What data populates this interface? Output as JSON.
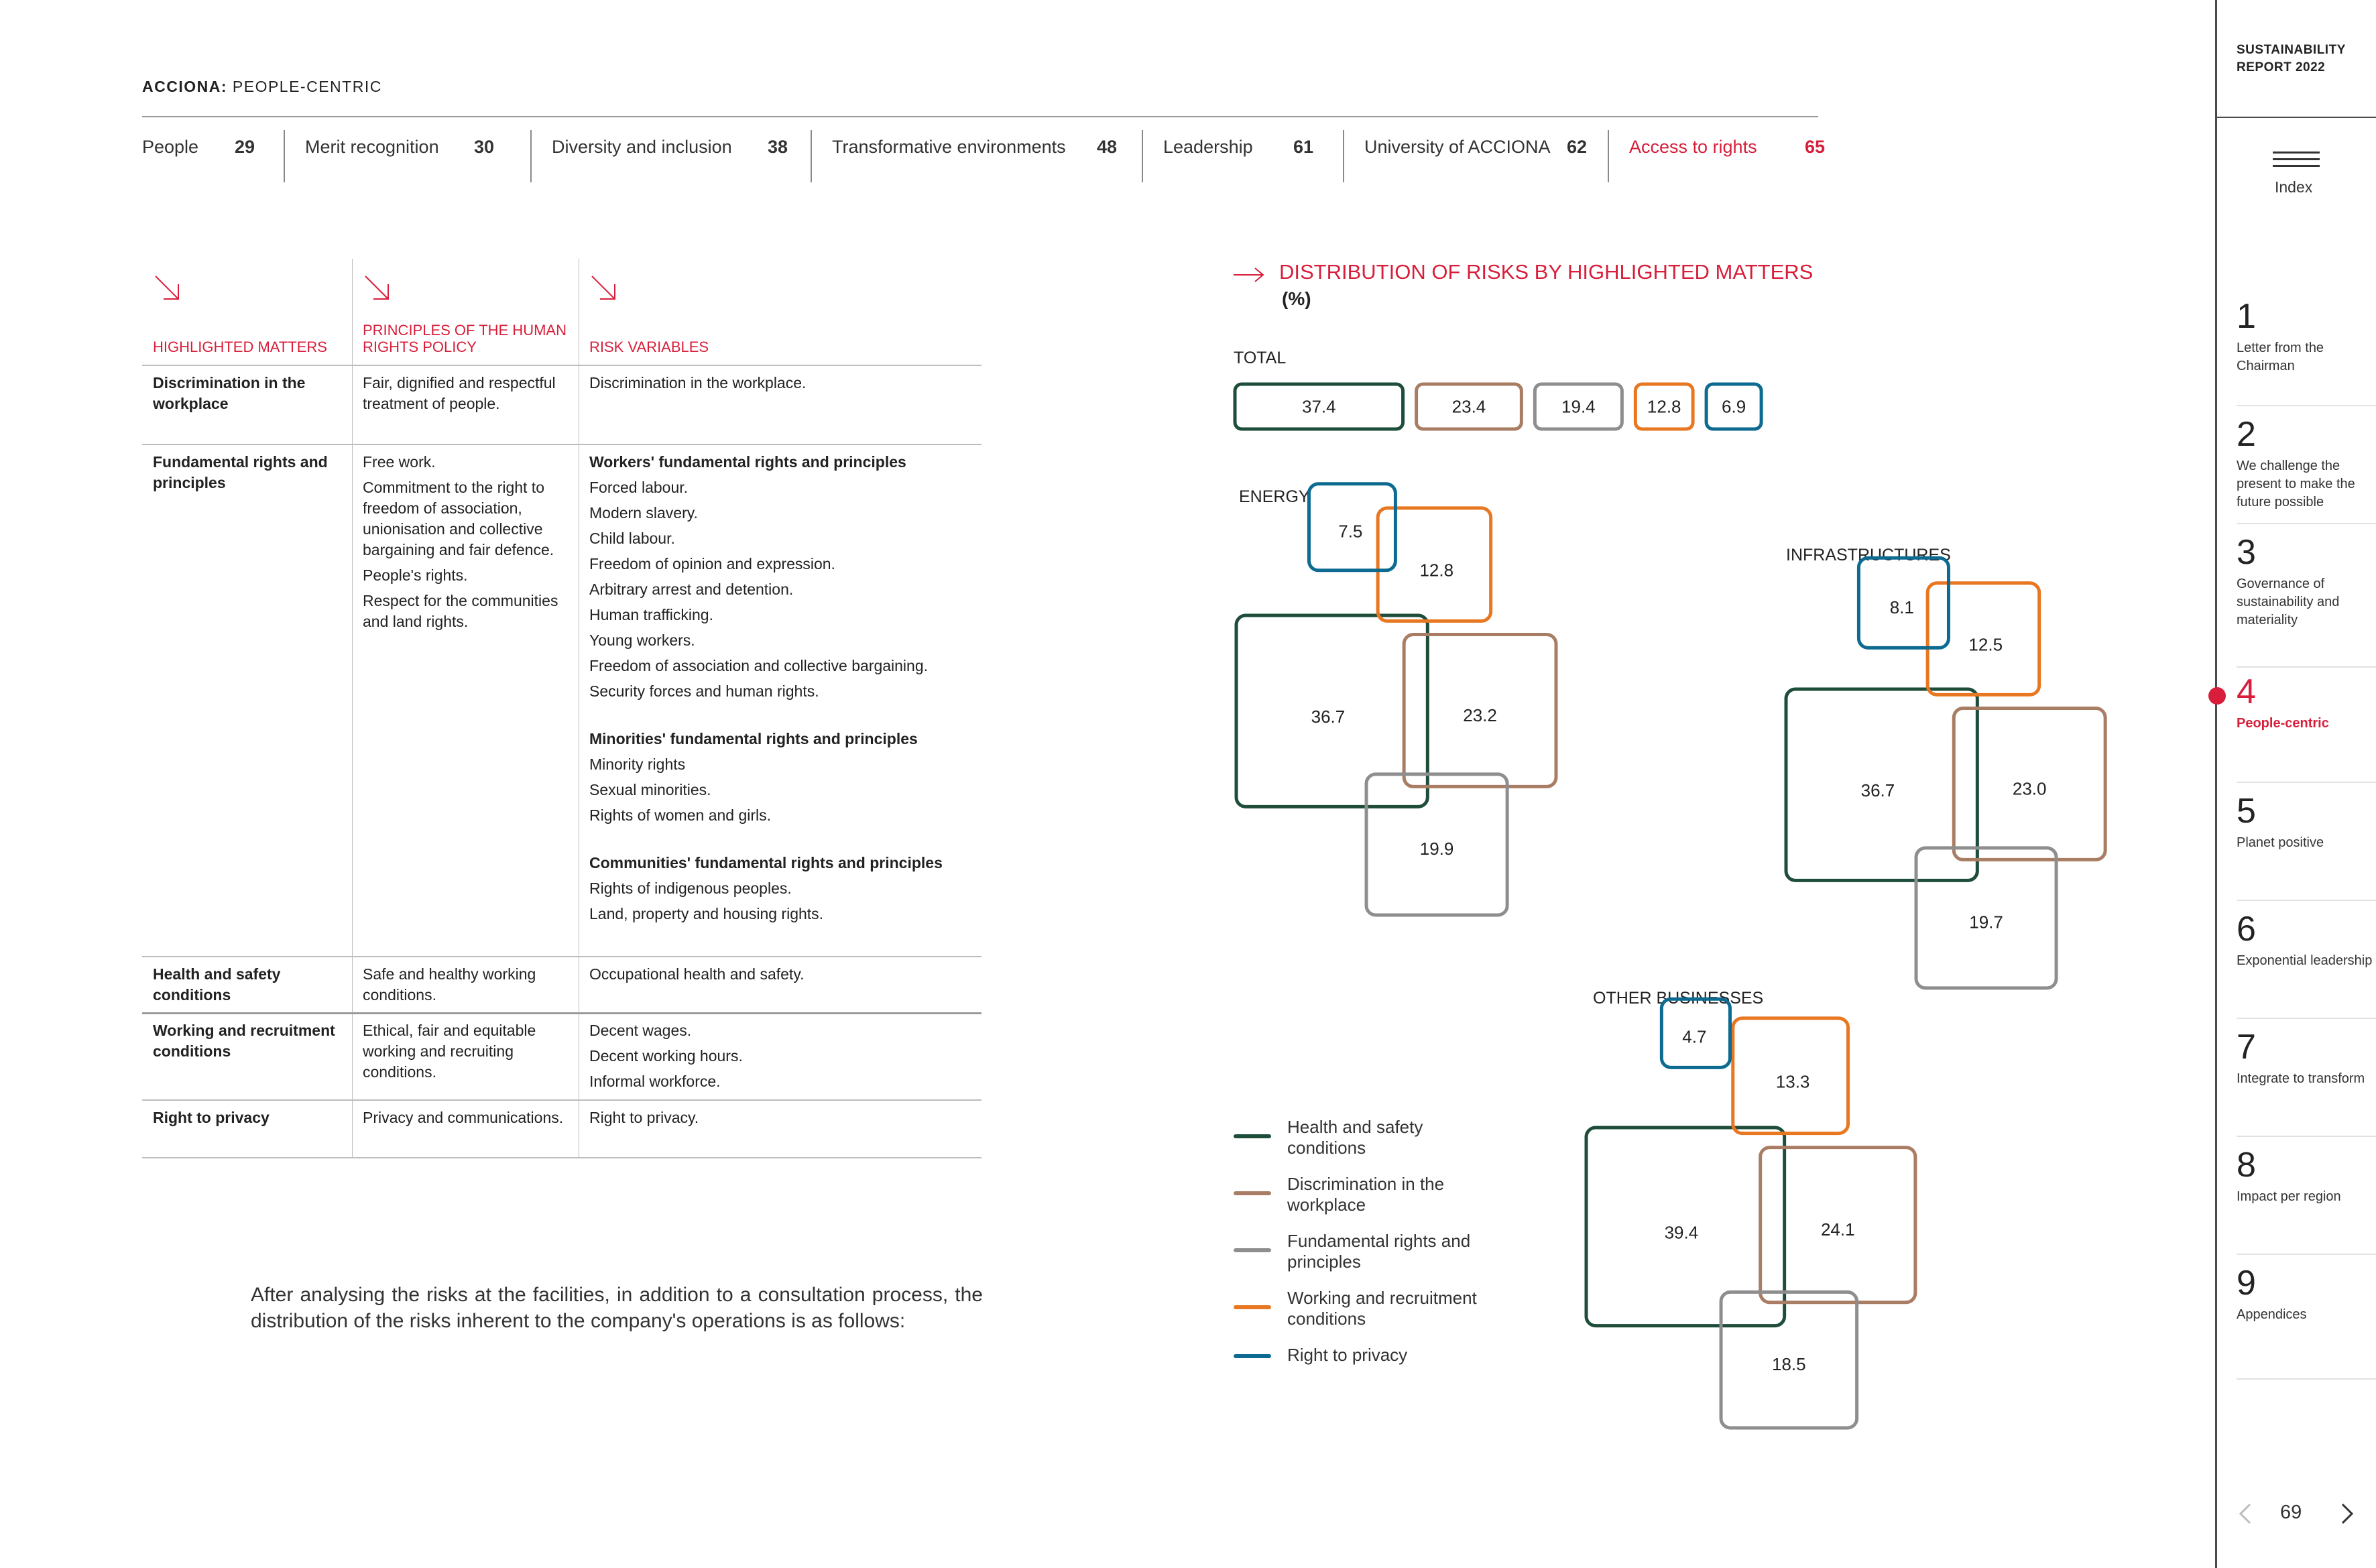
{
  "header": {
    "brand": "ACCIONA:",
    "section": "PEOPLE-CENTRIC"
  },
  "nav": [
    {
      "label": "People",
      "page": "29"
    },
    {
      "label": "Merit recognition",
      "page": "30"
    },
    {
      "label": "Diversity and inclusion",
      "page": "38"
    },
    {
      "label": "Transformative environments",
      "page": "48"
    },
    {
      "label": "Leadership",
      "page": "61"
    },
    {
      "label": "University of ACCIONA",
      "page": "62"
    },
    {
      "label": "Access to rights",
      "page": "65"
    }
  ],
  "table": {
    "headers": [
      "HIGHLIGHTED MATTERS",
      "PRINCIPLES OF THE HUMAN RIGHTS POLICY",
      "RISK VARIABLES"
    ],
    "rows": [
      {
        "matter": "Discrimination in the workplace",
        "principles": [
          "Fair, dignified and respectful treatment of people."
        ],
        "variables": [
          {
            "text": "Discrimination in the workplace."
          }
        ]
      },
      {
        "matter": "Fundamental rights and principles",
        "principles": [
          "Free work.",
          "Commitment to the right to freedom of association, unionisation and collective bargaining and fair defence.",
          "People's rights.",
          "Respect for the communities and land rights."
        ],
        "variables": [
          {
            "text": "Workers' fundamental rights and principles",
            "bold": true
          },
          {
            "text": "Forced labour."
          },
          {
            "text": "Modern slavery."
          },
          {
            "text": "Child labour."
          },
          {
            "text": "Freedom of opinion and expression."
          },
          {
            "text": "Arbitrary arrest and detention."
          },
          {
            "text": "Human trafficking."
          },
          {
            "text": "Young workers."
          },
          {
            "text": "Freedom of association and collective bargaining."
          },
          {
            "text": "Security forces and human rights."
          },
          {
            "text": "Minorities' fundamental rights and principles",
            "bold": true,
            "gap": true
          },
          {
            "text": "Minority rights"
          },
          {
            "text": "Sexual minorities."
          },
          {
            "text": "Rights of women and girls."
          },
          {
            "text": "Communities' fundamental rights and principles",
            "bold": true,
            "gap": true
          },
          {
            "text": "Rights of indigenous peoples."
          },
          {
            "text": "Land, property and housing rights."
          }
        ]
      },
      {
        "matter": "Health and safety conditions",
        "principles": [
          "Safe and healthy working conditions."
        ],
        "variables": [
          {
            "text": "Occupational health and safety."
          }
        ]
      },
      {
        "matter": "Working and recruitment conditions",
        "principles": [
          "Ethical, fair and equitable working and recruiting conditions."
        ],
        "variables": [
          {
            "text": "Decent wages."
          },
          {
            "text": "Decent working hours."
          },
          {
            "text": "Informal workforce."
          }
        ]
      },
      {
        "matter": "Right to privacy",
        "principles": [
          "Privacy and communications."
        ],
        "variables": [
          {
            "text": "Right to privacy."
          }
        ]
      }
    ]
  },
  "intro_text": "After analysing the risks at the facilities, in addition to a consultation process, the distribution of the risks inherent to the company's operations is as follows:",
  "chart_data": {
    "type": "proportional-squares",
    "title": "DISTRIBUTION OF RISKS BY HIGHLIGHTED MATTERS",
    "subtitle": "(%)",
    "series_colors": {
      "Health and safety conditions": "#1e4d3a",
      "Discrimination in the workplace": "#a97d64",
      "Fundamental rights and principles": "#8e8e8e",
      "Working and recruitment conditions": "#e87722",
      "Right to privacy": "#0d6a91"
    },
    "legend": [
      {
        "name": "Health and safety conditions",
        "color": "#1e4d3a"
      },
      {
        "name": "Discrimination in the workplace",
        "color": "#a97d64"
      },
      {
        "name": "Fundamental rights and principles",
        "color": "#8e8e8e"
      },
      {
        "name": "Working and recruitment conditions",
        "color": "#e87722"
      },
      {
        "name": "Right to privacy",
        "color": "#0d6a91"
      }
    ],
    "groups": [
      {
        "name": "TOTAL",
        "values": {
          "Health and safety conditions": "37.4",
          "Discrimination in the workplace": "23.4",
          "Fundamental rights and principles": "19.4",
          "Working and recruitment conditions": "12.8",
          "Right to privacy": "6.9"
        }
      },
      {
        "name": "ENERGY",
        "values": {
          "Health and safety conditions": "36.7",
          "Discrimination in the workplace": "23.2",
          "Fundamental rights and principles": "19.9",
          "Working and recruitment conditions": "12.8",
          "Right to privacy": "7.5"
        }
      },
      {
        "name": "INFRASTRUCTURES",
        "values": {
          "Health and safety conditions": "36.7",
          "Discrimination in the workplace": "23.0",
          "Fundamental rights and principles": "19.7",
          "Working and recruitment conditions": "12.5",
          "Right to privacy": "8.1"
        }
      },
      {
        "name": "OTHER BUSINESSES",
        "values": {
          "Health and safety conditions": "39.4",
          "Discrimination in the workplace": "24.1",
          "Fundamental rights and principles": "18.5",
          "Working and recruitment conditions": "13.3",
          "Right to privacy": "4.7"
        }
      }
    ]
  },
  "sidebar": {
    "report_title_1": "SUSTAINABILITY",
    "report_title_2": "REPORT 2022",
    "index_label": "Index",
    "active_section": "4",
    "sections": [
      {
        "num": "1",
        "label": "Letter from the Chairman"
      },
      {
        "num": "2",
        "label": "We challenge the present to make the future possible"
      },
      {
        "num": "3",
        "label": "Governance of sustainability and materiality"
      },
      {
        "num": "4",
        "label": "People-centric"
      },
      {
        "num": "5",
        "label": "Planet positive"
      },
      {
        "num": "6",
        "label": "Exponential leadership"
      },
      {
        "num": "7",
        "label": "Integrate to transform"
      },
      {
        "num": "8",
        "label": "Impact per region"
      },
      {
        "num": "9",
        "label": "Appendices"
      }
    ],
    "page_number": "69"
  }
}
